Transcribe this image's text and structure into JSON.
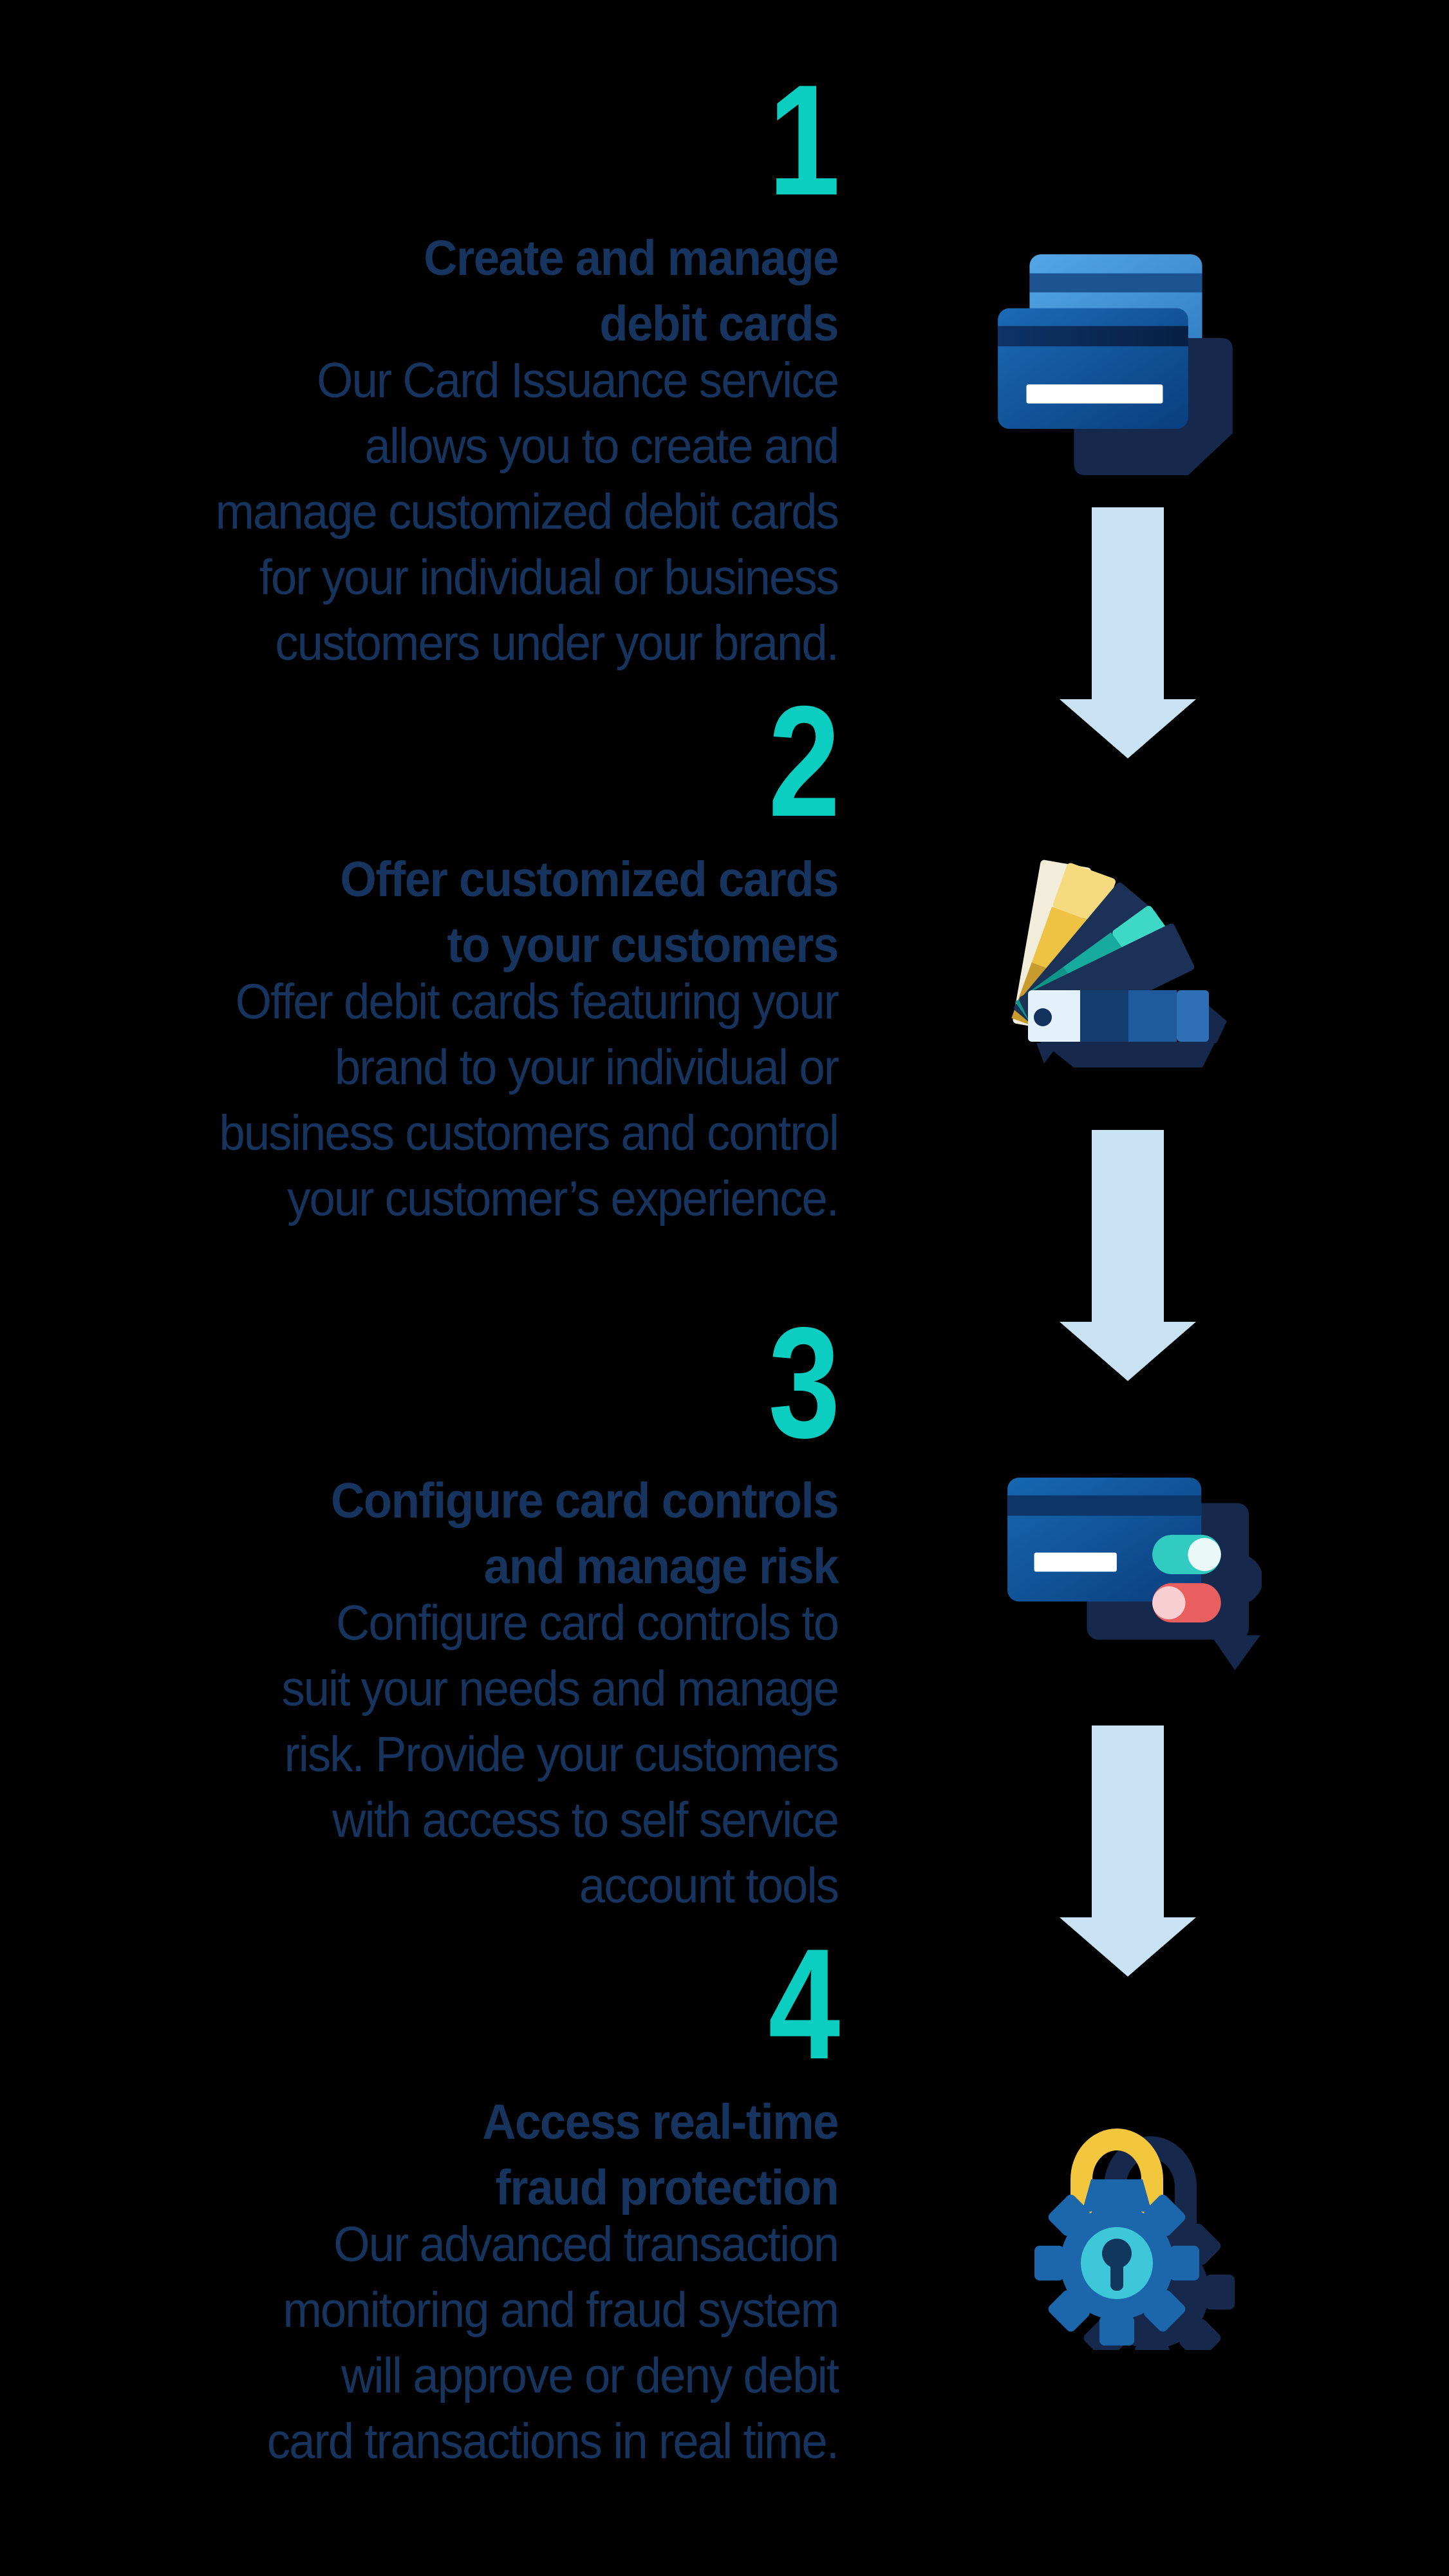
{
  "title": "Card issuance process infographic",
  "steps": [
    {
      "number": "1",
      "heading": "Create and manage\ndebit cards",
      "description": "Our Card Issuance service\nallows you to create and\nmanage customized debit cards\nfor your individual or business\ncustomers under your brand.",
      "icon": "card-stack-icon"
    },
    {
      "number": "2",
      "heading": "Offer customized cards\nto your customers",
      "description": "Offer debit cards featuring your\nbrand to your individual or\nbusiness customers and control\nyour customer’s experience.",
      "icon": "color-swatch-fan-icon"
    },
    {
      "number": "3",
      "heading": "Configure card controls\nand manage risk",
      "description": "Configure card controls to\nsuit your needs and manage\nrisk. Provide your customers\nwith access to self service\naccount tools",
      "icon": "card-toggles-icon"
    },
    {
      "number": "4",
      "heading": "Access real-time\nfraud protection",
      "description": "Our advanced transaction\nmonitoring and fraud system\nwill approve or deny debit\ncard transactions in real time.",
      "icon": "lock-gear-icon"
    }
  ],
  "connectors": [
    {
      "icon": "down-arrow-icon"
    },
    {
      "icon": "down-arrow-icon"
    },
    {
      "icon": "down-arrow-icon"
    }
  ],
  "colors": {
    "background": "#000000",
    "accent_teal": "#0BCEC1",
    "text_navy": "#16345E",
    "arrow_light_blue": "#C9E2F4",
    "shadow_navy": "#16294D",
    "card_blue_light": "#55A6E6",
    "card_blue_mid": "#1A6AB4",
    "card_blue_dark": "#0A3E7F",
    "card_stripe_navy": "#0E3366",
    "swatch_yellow": "#EEC243",
    "swatch_gold": "#C79B2D",
    "swatch_yellow_light": "#F6DA80",
    "swatch_teal_dark": "#0F948A",
    "swatch_teal": "#17AA9E",
    "swatch_teal_light": "#3ED8C7",
    "swatch_cream": "#F2ECDA",
    "toggle_on_teal": "#32CBC1",
    "toggle_off_red": "#E95E5E",
    "toggle_knob_light": "#EAF9F8",
    "toggle_knob_pink": "#F7CED2",
    "lock_shackle_yellow": "#F2C63D",
    "gear_blue": "#1C66AB",
    "gear_center_cyan": "#3EC7D9",
    "keyhole_navy": "#12375F",
    "signature_white": "#FFFFFF"
  }
}
